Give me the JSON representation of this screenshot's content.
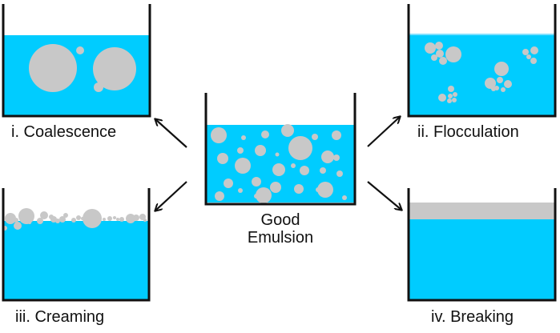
{
  "title": "Emulsion instability mechanisms",
  "colors": {
    "liquid": "#00CCFF",
    "droplet": "#C8C8C8",
    "wall": "#111111",
    "arrow": "#111111"
  },
  "center": {
    "label_line1": "Good",
    "label_line2": "Emulsion"
  },
  "panels": [
    {
      "id": "coalescence",
      "label": "i. Coalescence"
    },
    {
      "id": "flocculation",
      "label": "ii. Flocculation"
    },
    {
      "id": "creaming",
      "label": "iii. Creaming"
    },
    {
      "id": "breaking",
      "label": "iv. Breaking"
    }
  ]
}
